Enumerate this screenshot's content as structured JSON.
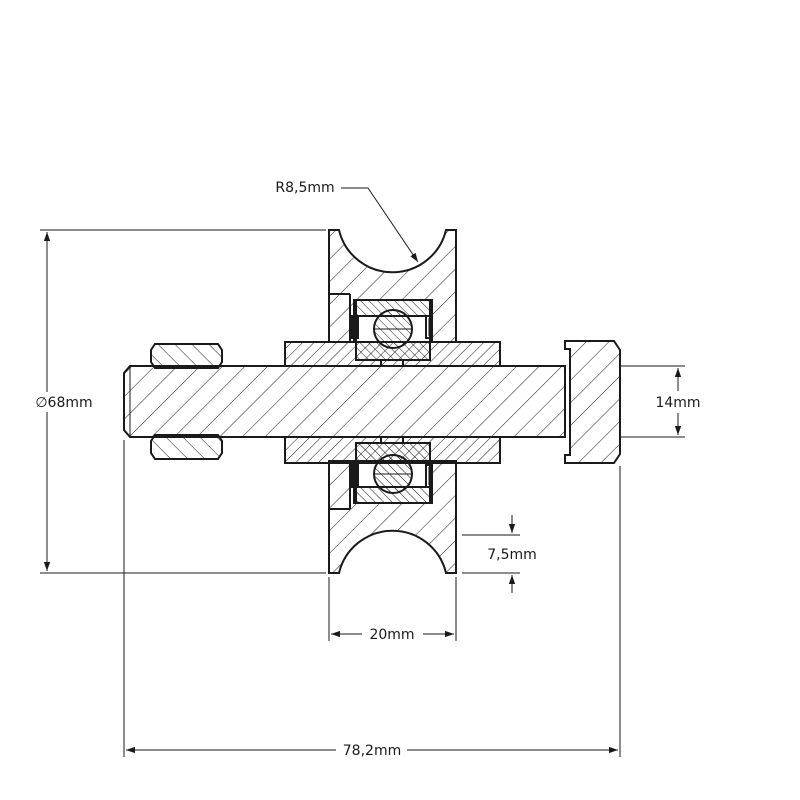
{
  "dimensions": {
    "radius": "R8,5mm",
    "diameter": "∅68mm",
    "shaft": "14mm",
    "groove_depth": "7,5mm",
    "wheel_width": "20mm",
    "total_length": "78,2mm"
  },
  "colors": {
    "line": "#1a1a1a",
    "background": "#ffffff"
  }
}
